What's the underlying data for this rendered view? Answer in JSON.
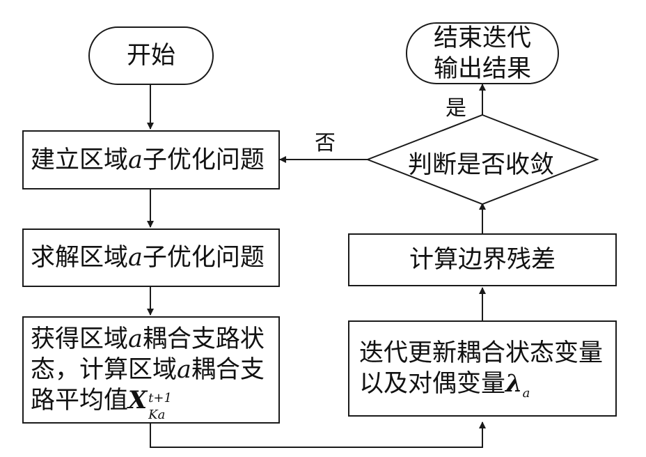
{
  "nodes": {
    "start": "开始",
    "end_line1": "结束迭代",
    "end_line2": "输出结果",
    "build": {
      "before": "建立区域",
      "var": "a",
      "after": "子优化问题"
    },
    "solve": {
      "before": "求解区域",
      "var": "a",
      "after": "子优化问题"
    },
    "obtain": {
      "l1_before": "获得区域",
      "l1_var": "a",
      "l1_after": "耦合支路状",
      "l2_before": "态，计算区域",
      "l2_var": "a",
      "l2_after": "耦合支",
      "l3_before": "路平均值",
      "l3_sym": "X",
      "l3_sup": "t+1",
      "l3_sub": "Ka"
    },
    "iterate": {
      "line1": "迭代更新耦合状态变量",
      "line2_before": "以及对偶变量",
      "line2_sym": "λ",
      "line2_sub": "a"
    },
    "residual": "计算边界残差",
    "judge": "判断是否收敛"
  },
  "labels": {
    "yes": "是",
    "no": "否"
  },
  "colors": {
    "stroke": "#1a1a1a",
    "text": "#111111",
    "background": "#ffffff"
  }
}
